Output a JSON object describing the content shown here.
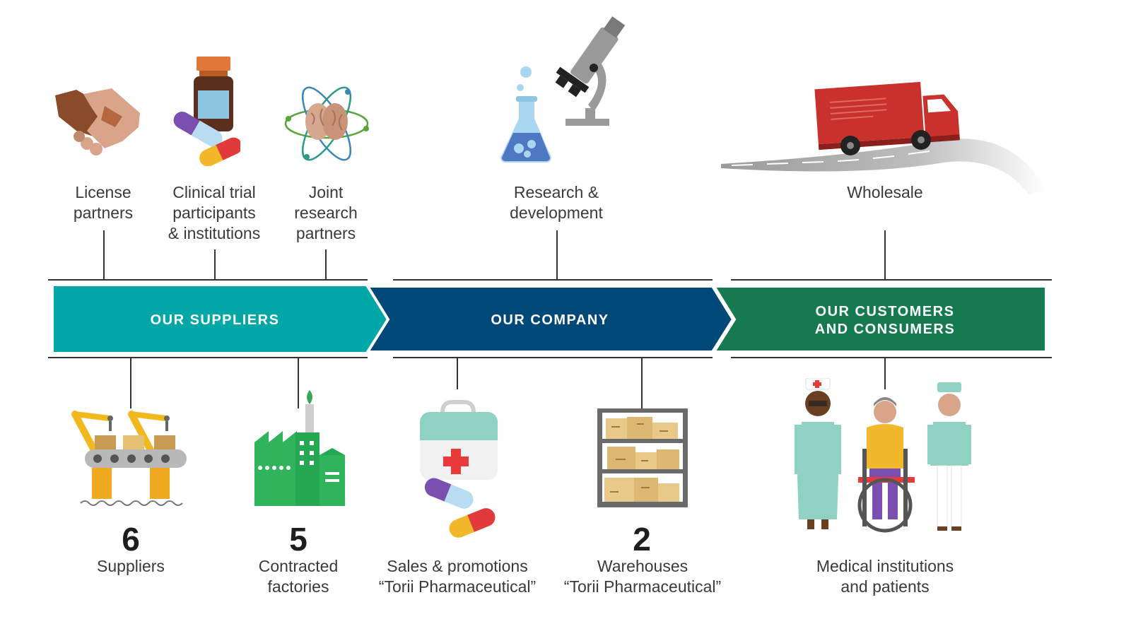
{
  "stages": [
    {
      "label": "OUR SUPPLIERS",
      "color": "#00a7a6"
    },
    {
      "label": "OUR COMPANY",
      "color": "#004878"
    },
    {
      "label_line1": "OUR CUSTOMERS",
      "label_line2": "AND CONSUMERS",
      "color": "#157a4f"
    }
  ],
  "top_items": [
    {
      "icon": "handshake-icon",
      "line1": "License",
      "line2": "partners"
    },
    {
      "icon": "medicine-bottle-icon",
      "line1": "Clinical trial",
      "line2": "participants",
      "line3": "& institutions"
    },
    {
      "icon": "brain-atom-icon",
      "line1": "Joint",
      "line2": "research",
      "line3": "partners"
    },
    {
      "icon": "flask-microscope-icon",
      "line1": "Research &",
      "line2": "development"
    },
    {
      "icon": "delivery-truck-icon",
      "line1": "Wholesale"
    }
  ],
  "bottom_items": [
    {
      "icon": "robot-arm-assembly-icon",
      "count": "6",
      "line1": "Suppliers"
    },
    {
      "icon": "factory-icon",
      "count": "5",
      "line1": "Contracted",
      "line2": "factories"
    },
    {
      "icon": "first-aid-kit-icon",
      "line1": "Sales & promotions",
      "line2": "“Torii Pharmaceutical”"
    },
    {
      "icon": "warehouse-shelf-icon",
      "count": "2",
      "line1": "Warehouses",
      "line2": "“Torii Pharmaceutical”"
    },
    {
      "icon": "medical-staff-patient-icon",
      "line1": "Medical institutions",
      "line2": "and patients"
    }
  ]
}
